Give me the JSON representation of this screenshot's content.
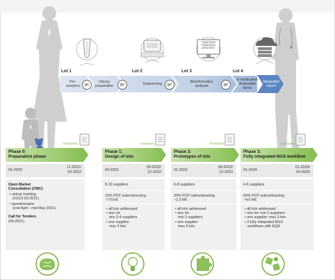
{
  "lots": [
    {
      "label": "Lot 1"
    },
    {
      "label": "Lot 2"
    },
    {
      "label": "Lot 3"
    },
    {
      "label": "Lot 4"
    }
  ],
  "pipeline": {
    "pre_analytics": "Pre-\nanalytics",
    "library_preparation": "Library\npreparation",
    "sequencing": "Sequencing",
    "bioinformatics": "Bioinformatics\nanalysis",
    "emedication": "E-medication\nActionable\nitems",
    "integrated_report": "Integrated\nreport",
    "qc": "QC",
    "sequence_text": "TTAGATGATAC\nTTAGATGATAC\nGATAGTGGTC"
  },
  "phases": [
    {
      "title": "Phase 0:\nPreparation phase",
      "evaluation": "Evaluation",
      "date_start": "01-2020",
      "date_end": "11-2021/\n03-2022",
      "body": [
        {
          "bold": "Open Market\nConsultation (OMC)"
        },
        {
          "bullet": "virtual meeting\n(22/23-03-2021)"
        },
        {
          "bullet": "questionnaire\n(end April - mid May 2021)"
        },
        {
          "bold": "Call for Tenders"
        },
        {
          "text": "(09-2021)"
        }
      ]
    },
    {
      "title": "Phase 1:\nDesign of lots",
      "evaluation": "Evaluation",
      "date_start": "04-2022",
      "date_end": "09-2022/\n12-2022",
      "suppliers": "8-10 suppliers",
      "subcontract": "10% PCP subcontracting\n~770 k€",
      "bullets": [
        "all lots addressed",
        "one lot:\nmin 3-4 suppliers",
        "one supplier:\nmax 3 lots"
      ]
    },
    {
      "title": "Phase 2:\nPrototypes of lots",
      "evaluation": "Evaluation",
      "date_start": "01-2023",
      "date_end": "09-2023/\n12-2023",
      "suppliers": "6-8 suppliers",
      "subcontract": "30% PCP subcontracting\n~2.3 M€",
      "bullets": [
        "all lots addressed",
        "one lot:\nmin 3 suppliers",
        "one supplier:\nmax 3 lots"
      ]
    },
    {
      "title": "Phase 3:\nFully integrated NGS workflow",
      "evaluation": "Evaluation",
      "date_start": "01-2024",
      "date_end": "01-2025/\n04-2025",
      "suppliers": "4-6 suppliers",
      "subcontract": "60% PCP subcontracting\n~4.6 M€",
      "bullets": [
        "all lots addressed",
        "one lot: min 2 suppliers",
        "one supplier: max 3 lots",
        "2 fully integrated NGS\nworkflows with EQA"
      ]
    }
  ],
  "icons": [
    "brain-icon",
    "lightbulb-icon",
    "puzzle-icon",
    "workflow-puzzle-icon"
  ],
  "colors": {
    "green": "#7cb342",
    "green_light": "#a5d27a",
    "arrow_light": "#c9d6e8",
    "arrow_dark": "#4f7fbf",
    "grey_box": "#f0f0f0"
  }
}
